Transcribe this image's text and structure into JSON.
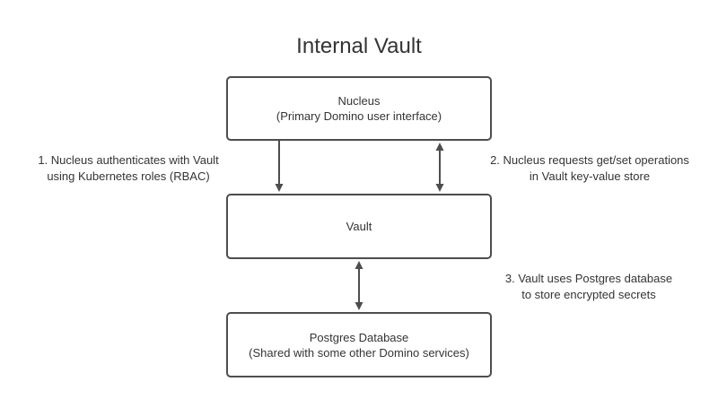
{
  "title": "Internal Vault",
  "colors": {
    "stroke": "#4d4d4d",
    "text": "#343434",
    "background": "#ffffff"
  },
  "nodes": {
    "nucleus": {
      "line1": "Nucleus",
      "line2": "(Primary Domino user interface)"
    },
    "vault": {
      "line1": "Vault"
    },
    "postgres": {
      "line1": "Postgres Database",
      "line2": "(Shared with some other Domino services)"
    }
  },
  "annotations": {
    "auth": {
      "line1": "1. Nucleus authenticates with Vault",
      "line2": "using Kubernetes roles (RBAC)"
    },
    "ops": {
      "line1": "2. Nucleus requests get/set operations",
      "line2": "in Vault key-value store"
    },
    "storage": {
      "line1": "3. Vault uses Postgres database",
      "line2": "to store encrypted secrets"
    }
  },
  "edges": {
    "nucleus_vault_auth": {
      "from": "nucleus",
      "to": "vault",
      "direction": "down"
    },
    "nucleus_vault_ops": {
      "from": "nucleus",
      "to": "vault",
      "direction": "both"
    },
    "vault_postgres": {
      "from": "vault",
      "to": "postgres",
      "direction": "both"
    }
  }
}
